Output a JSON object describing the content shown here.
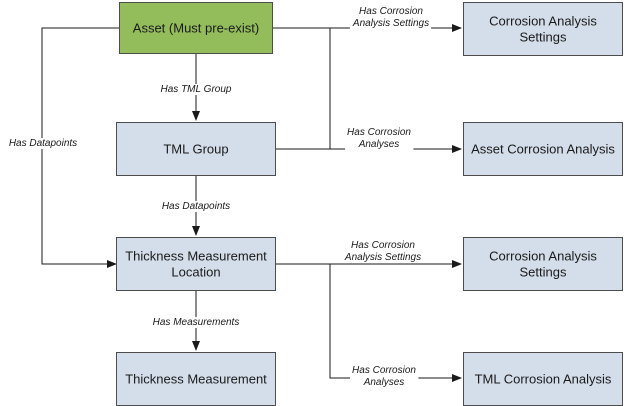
{
  "colors": {
    "node_fill": "#d4deea",
    "root_fill": "#93bd5b",
    "border": "#4d4d4d",
    "line": "#1a1a1a"
  },
  "nodes": {
    "asset": [
      "Asset (Must pre-exist)"
    ],
    "tml_group": [
      "TML Group"
    ],
    "tml": [
      "Thickness Measurement",
      "Location"
    ],
    "measurement": [
      "Thickness Measurement"
    ],
    "cas_top": [
      "Corrosion Analysis",
      "Settings"
    ],
    "asset_ca": [
      "Asset Corrosion Analysis"
    ],
    "cas_mid": [
      "Corrosion Analysis",
      "Settings"
    ],
    "tml_ca": [
      "TML Corrosion Analysis"
    ]
  },
  "edges": {
    "has_tml_group": [
      "Has TML Group"
    ],
    "has_datapoints_left": [
      "Has Datapoints"
    ],
    "has_datapoints": [
      "Has Datapoints"
    ],
    "has_measurements": [
      "Has Measurements"
    ],
    "has_cas_top": [
      "Has Corrosion",
      "Analysis Settings"
    ],
    "has_ca_group": [
      "Has Corrosion",
      "Analyses"
    ],
    "has_cas_tml": [
      "Has Corrosion",
      "Analysis Settings"
    ],
    "has_ca_tml": [
      "Has Corrosion",
      "Analyses"
    ]
  }
}
